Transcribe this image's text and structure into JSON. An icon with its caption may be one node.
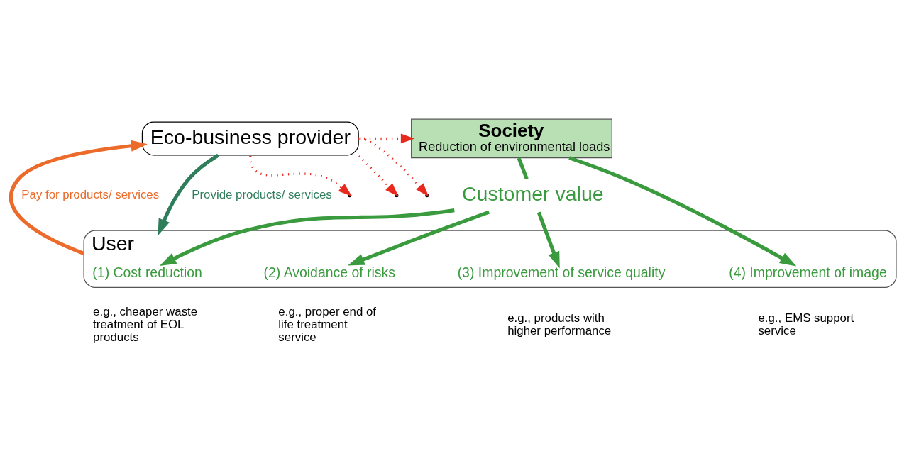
{
  "diagram": {
    "nodes": [
      {
        "text": [
          "Society",
          "Reduction of environmental loads"
        ]
      },
      {
        "text": [
          "Eco-business provider"
        ]
      },
      {
        "text": [
          "Customer value"
        ]
      },
      {
        "text": [
          "User"
        ]
      },
      {
        "text": [
          "(1) Cost reduction"
        ],
        "in": 3,
        "beside": [
          "e.g., cheaper waste treatment of EOL products"
        ]
      },
      {
        "text": [
          "(2) Avoidance of risks"
        ],
        "in": 3,
        "beside": [
          "e.g., proper end of life treatment service"
        ]
      },
      {
        "text": [
          "(3) Improvement of service quality"
        ],
        "in": 3,
        "beside": [
          "e.g., products with higher performance"
        ]
      },
      {
        "text": [
          "(4) Improvement of image"
        ],
        "in": 3,
        "beside": [
          "e.g., EMS support service"
        ]
      }
    ],
    "edges": [
      {
        "from": 0,
        "to": 2,
        "arrow": "none"
      },
      {
        "from": 0,
        "to": 7,
        "arrow": "to"
      },
      {
        "from": 2,
        "to": 4,
        "arrow": "to"
      },
      {
        "from": 2,
        "to": 5,
        "arrow": "to"
      },
      {
        "from": 2,
        "to": 6,
        "arrow": "to"
      },
      {
        "from": 1,
        "to": 0,
        "arrow": "to",
        "style": "dashed",
        "color": "#e82a1e"
      },
      {
        "from": 1,
        "to": null,
        "arrow": "to",
        "style": "dashed",
        "color": "#e82a1e"
      },
      {
        "from": 1,
        "to": null,
        "arrow": "to",
        "style": "dashed",
        "color": "#e82a1e"
      },
      {
        "from": 1,
        "to": null,
        "arrow": "to",
        "style": "dashed",
        "color": "#e82a1e"
      },
      {
        "from": 1,
        "to": 3,
        "arrow": "to",
        "color": "#2e7d5b",
        "label": "Provide products/ services"
      },
      {
        "from": 3,
        "to": 1,
        "arrow": "to",
        "color": "#ec6a2a",
        "label": "Pay for products/ services"
      }
    ]
  }
}
